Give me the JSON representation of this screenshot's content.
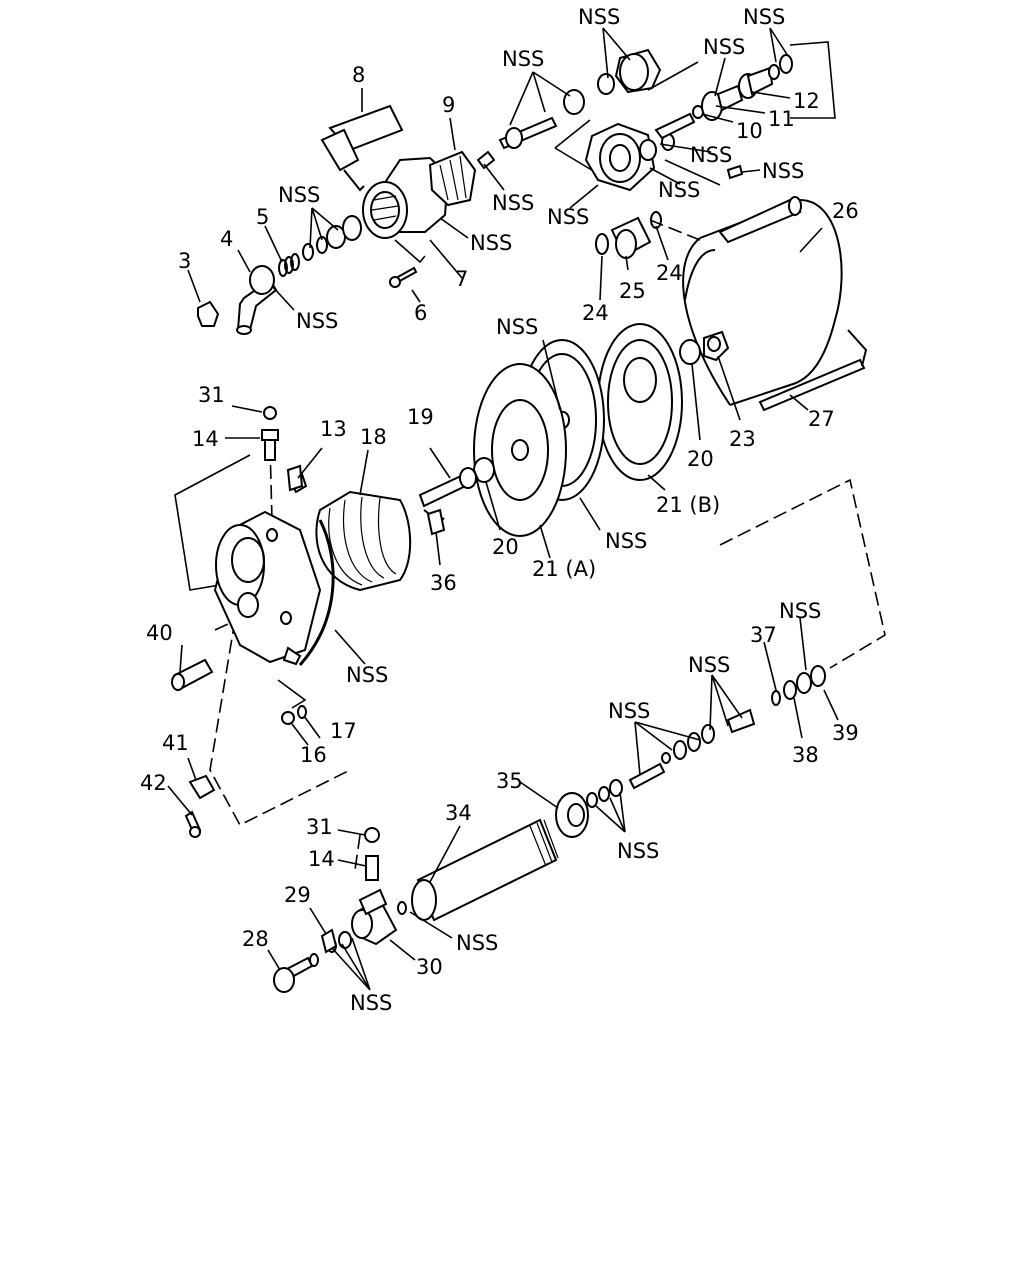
{
  "labels": {
    "l3": "3",
    "l4": "4",
    "l5": "5",
    "l6": "6",
    "l7": "7",
    "l8": "8",
    "l9": "9",
    "l10": "10",
    "l11": "11",
    "l12": "12",
    "l13": "13",
    "l14a": "14",
    "l14b": "14",
    "l16": "16",
    "l17": "17",
    "l18": "18",
    "l19": "19",
    "l20a": "20",
    "l20b": "20",
    "l21a": "21 (A)",
    "l21b": "21 (B)",
    "l23": "23",
    "l24a": "24",
    "l24b": "24",
    "l25": "25",
    "l26": "26",
    "l27": "27",
    "l28": "28",
    "l29": "29",
    "l30": "30",
    "l31a": "31",
    "l31b": "31",
    "l34": "34",
    "l35": "35",
    "l36": "36",
    "l37": "37",
    "l38": "38",
    "l39": "39",
    "l40": "40",
    "l41": "41",
    "l42": "42"
  },
  "nss": {
    "text": "NSS"
  }
}
